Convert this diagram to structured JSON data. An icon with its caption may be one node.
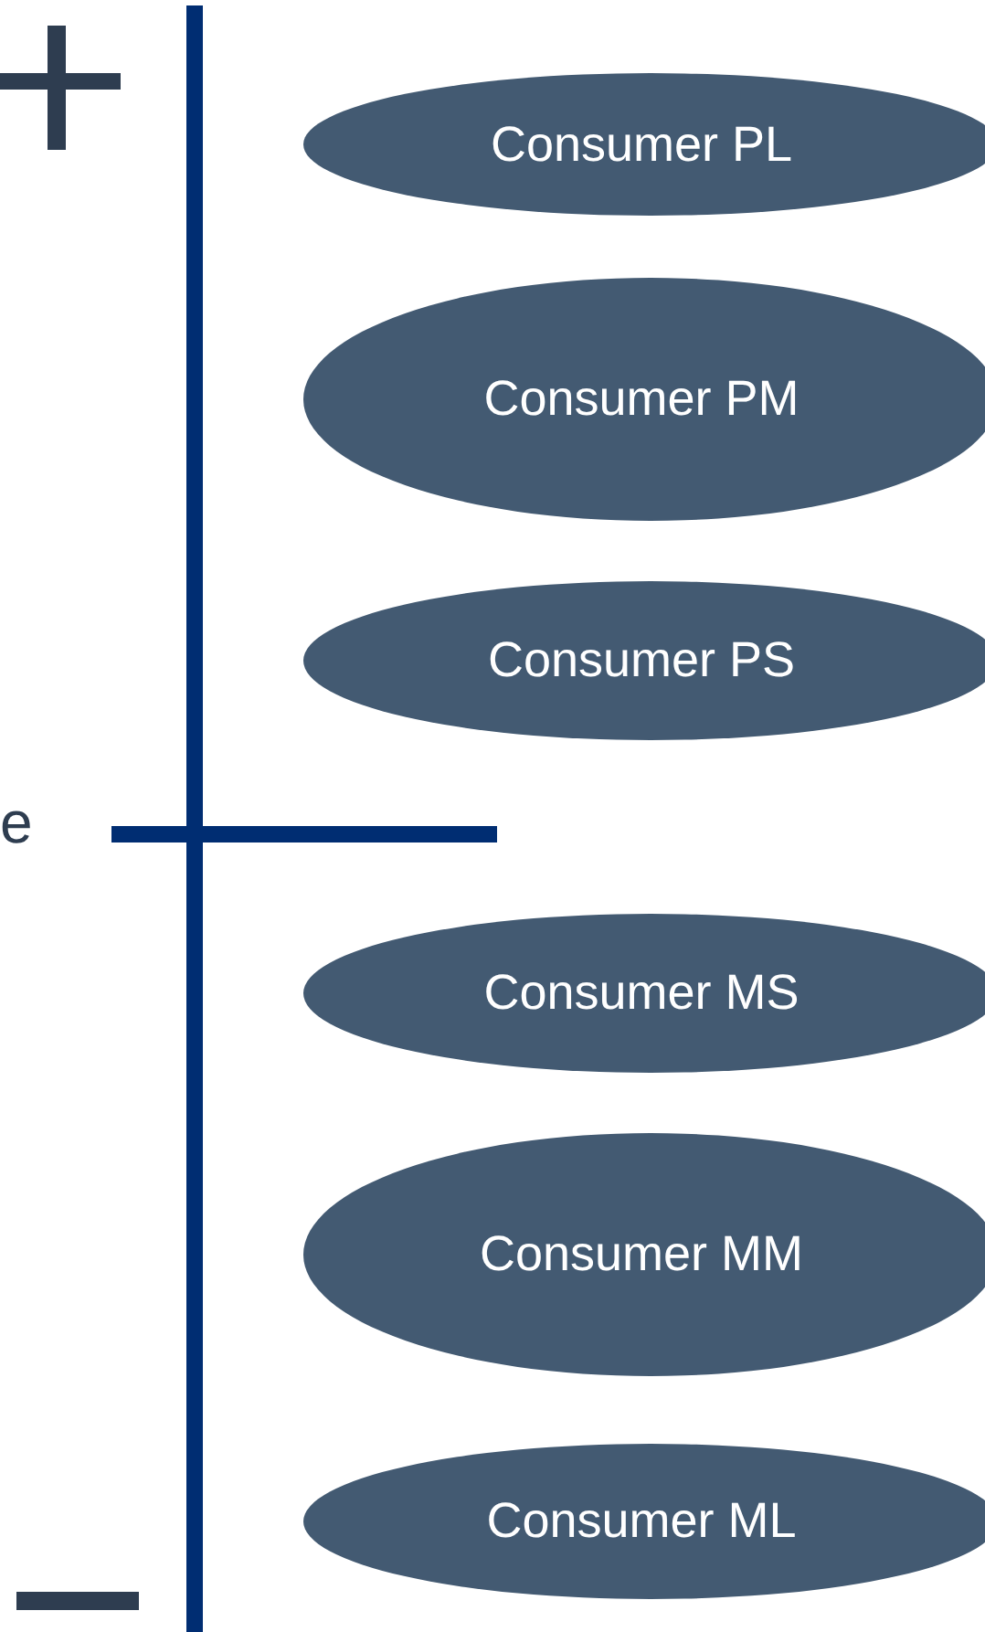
{
  "diagram": {
    "nodes": [
      {
        "text": [
          "Consumer PL"
        ]
      },
      {
        "text": [
          "Consumer PM"
        ]
      },
      {
        "text": [
          "Consumer PS"
        ]
      },
      {
        "text": [
          "Consumer MS"
        ]
      },
      {
        "text": [
          "Consumer MM"
        ]
      },
      {
        "text": [
          "Consumer ML"
        ]
      }
    ],
    "labels": [
      "e"
    ]
  }
}
